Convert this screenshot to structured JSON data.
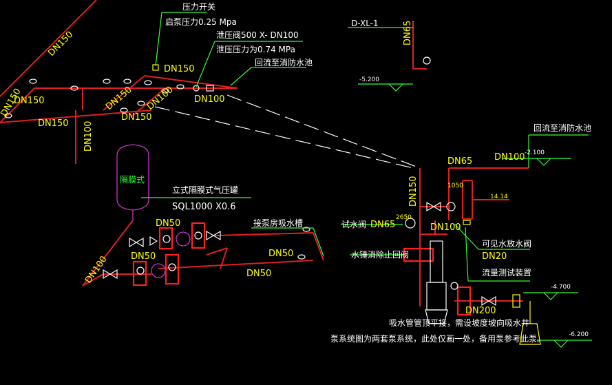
{
  "labels": {
    "pressure_switch": "压力开关",
    "start_pressure": "启泵压力0.25 Mpa",
    "relief_valve": "泄压阀500 X- DN100",
    "relief_pressure": "泄压压力为0.74 MPa",
    "return_pool_1": "回流至消防水池",
    "return_pool_2": "回流至消防水池",
    "tank_text": "隔膜式",
    "tank_desc": "立式隔膜式气压罐",
    "tank_model": "SQL1000 X0.6",
    "suction_tank": "接泵房吸水槽",
    "test_valve": "试水阀",
    "water_hammer": "水锤消除止回阀",
    "drain_valve": "可见水放水阀",
    "flow_test": "流量测试装置",
    "note_1": "吸水管管顶平接，需设坡度坡向吸水井",
    "note_2": "泵系统图为两套泵系统，此处仅画一处，备用泵参考此泵。",
    "dxl": "D-XL-1"
  },
  "dn": {
    "dn150_a": "DN150",
    "dn150_b": "DN150",
    "dn150_c": "DN150",
    "dn150_d": "DN150",
    "dn150_e": "DN150",
    "dn150_f": "DN150",
    "dn150_g": "DN150",
    "dn150_v": "DN150",
    "dn100_a": "DN100",
    "dn100_b": "DN100",
    "dn100_c": "DN100",
    "dn100_d": "DN100",
    "dn100_e": "DN100",
    "dn65_a": "DN65",
    "dn65_b": "DN65",
    "dn65_c": "DN65",
    "dn50_a": "DN50",
    "dn50_b": "DN50",
    "dn50_c": "DN50",
    "dn50_d": "DN50",
    "dn20": "DN20",
    "dn200": "DN200"
  },
  "levels": {
    "l1": "-5.200",
    "l2": "-2.100",
    "l3": "-4.700",
    "l4": "-6.200",
    "l5": "14.14",
    "small1": "1050",
    "small2": "2650"
  },
  "colors": {
    "pipe": "#e02020",
    "text_yellow": "#ffff00",
    "text_white": "#ffffff",
    "leader_green": "#33ff33",
    "tank": "#cc33cc",
    "highlight": "#ff2020"
  }
}
